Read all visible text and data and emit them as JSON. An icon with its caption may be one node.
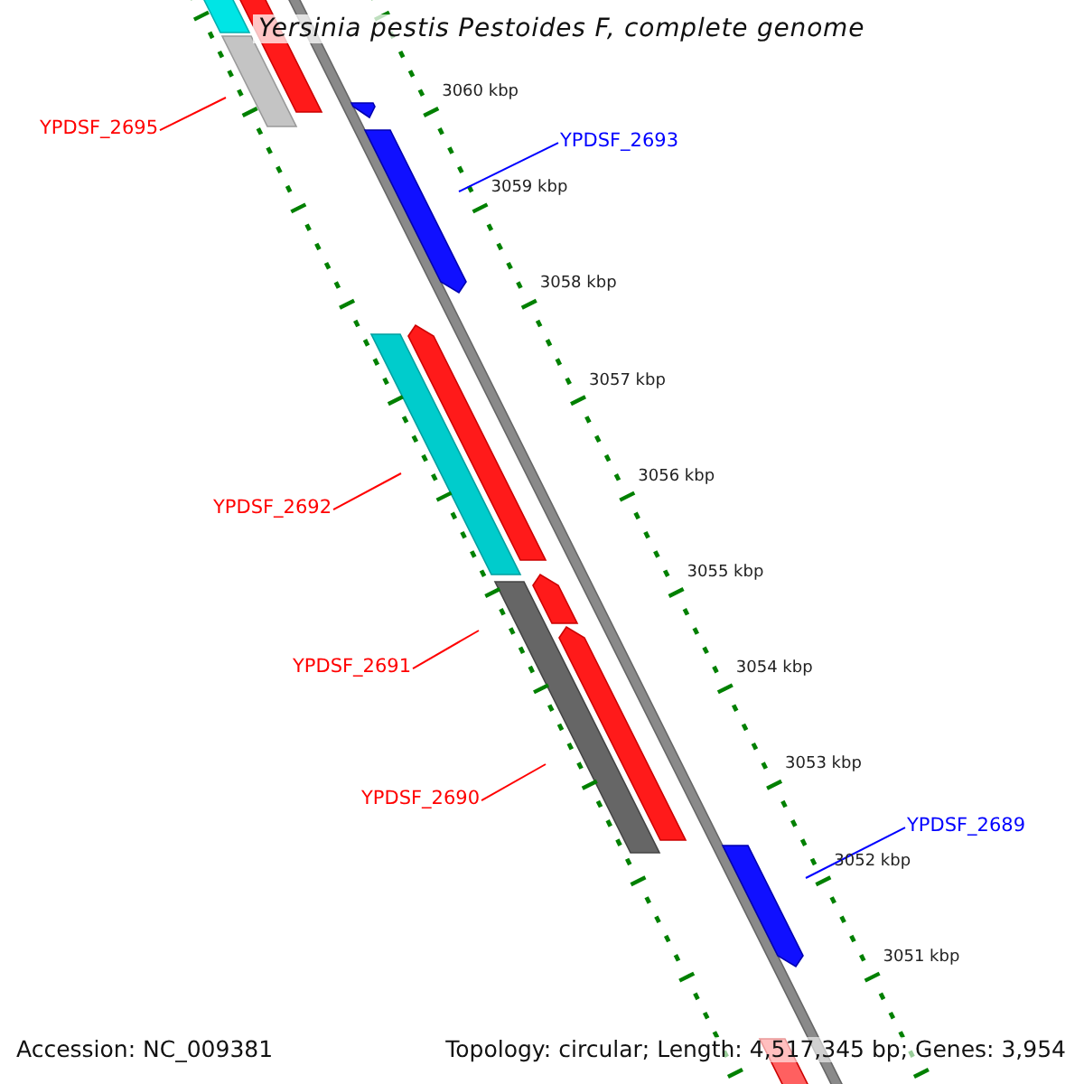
{
  "diagram": {
    "title": "Yersinia pestis Pestoides F, complete genome",
    "nodes": [
      {
        "text": [
          "YPDSF_2695"
        ]
      },
      {
        "text": [
          "YPDSF_2693"
        ]
      },
      {
        "text": [
          "YPDSF_2692"
        ]
      },
      {
        "text": [
          "YPDSF_2691"
        ]
      },
      {
        "text": [
          "YPDSF_2690"
        ]
      },
      {
        "text": [
          "YPDSF_2689"
        ]
      }
    ],
    "edges": [
      {
        "from": 0,
        "to": null,
        "arrow": "none"
      },
      {
        "from": 1,
        "to": null,
        "arrow": "none",
        "color": "#0000ff"
      },
      {
        "from": 2,
        "to": null,
        "arrow": "none"
      },
      {
        "from": 3,
        "to": null,
        "arrow": "none"
      },
      {
        "from": 4,
        "to": null,
        "arrow": "none"
      },
      {
        "from": 5,
        "to": null,
        "arrow": "none",
        "color": "#0000ff"
      }
    ],
    "labels": [
      "3060 kbp",
      "3059 kbp",
      "3058 kbp",
      "3057 kbp",
      "3056 kbp",
      "3055 kbp",
      "3054 kbp",
      "3053 kbp",
      "3052 kbp",
      "3051 kbp",
      "Accession: NC_009381",
      "Topology: circular; Length: 4,517,345 bp; Genes: 3,954"
    ]
  }
}
